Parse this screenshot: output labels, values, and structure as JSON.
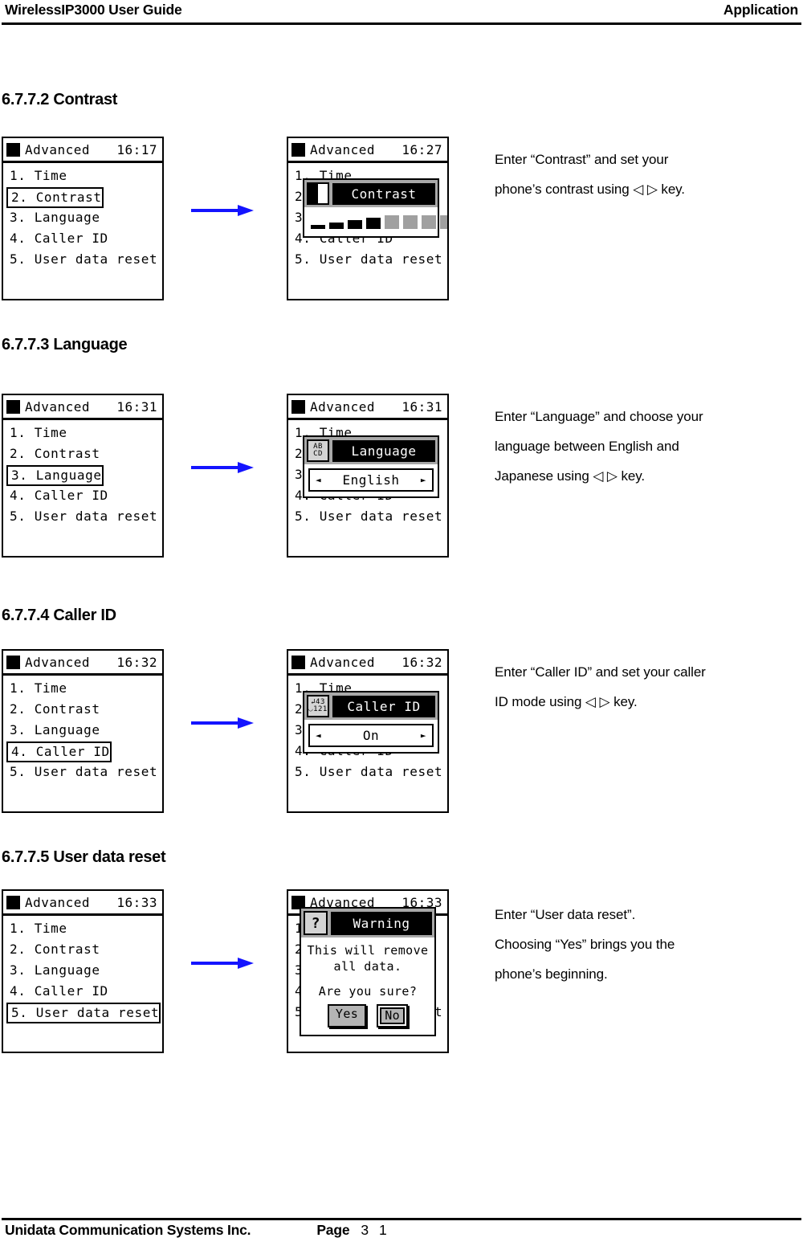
{
  "header": {
    "left": "WirelessIP3000 User Guide",
    "right": "Application"
  },
  "footer": {
    "company": "Unidata Communication Systems Inc.",
    "page_label": "Page",
    "page_number": "3 1"
  },
  "menu": {
    "title": "Advanced",
    "items": [
      "1. Time",
      "2. Contrast",
      "3. Language",
      "4. Caller ID",
      "5. User data reset"
    ]
  },
  "sections": [
    {
      "heading": "6.7.7.2 Contrast",
      "left_screen": {
        "title": "Advanced",
        "time": "16:17",
        "selected_index": 1
      },
      "right_screen": {
        "title": "Advanced",
        "time": "16:27"
      },
      "popup": {
        "kind": "contrast",
        "title": "Contrast",
        "icon": "contrast-icon",
        "bars_filled": 4,
        "bars_total": 8
      },
      "caption": [
        "Enter “Contrast” and set your",
        "phone’s contrast using  ◁ ▷  key."
      ]
    },
    {
      "heading": "6.7.7.3 Language",
      "left_screen": {
        "title": "Advanced",
        "time": "16:31",
        "selected_index": 2
      },
      "right_screen": {
        "title": "Advanced",
        "time": "16:31"
      },
      "popup": {
        "kind": "value",
        "title": "Language",
        "icon": "abcd-icon",
        "icon_top": "AB",
        "icon_bottom": "CD",
        "value": "English",
        "left_arrow": "◄",
        "right_arrow": "►"
      },
      "caption": [
        "Enter “Language” and choose your",
        "language between English and",
        "Japanese using  ◁ ▷  key."
      ]
    },
    {
      "heading": "6.7.7.4 Caller ID",
      "left_screen": {
        "title": "Advanced",
        "time": "16:32",
        "selected_index": 3
      },
      "right_screen": {
        "title": "Advanced",
        "time": "16:32"
      },
      "popup": {
        "kind": "value",
        "title": "Caller ID",
        "icon": "keypad-icon",
        "icon_top": "↲43",
        "icon_bottom": "◡121",
        "value": "On",
        "left_arrow": "◄",
        "right_arrow": "►"
      },
      "caption": [
        "Enter “Caller ID” and set your caller",
        "ID mode using  ◁ ▷  key."
      ]
    },
    {
      "heading": "6.7.7.5 User data reset",
      "left_screen": {
        "title": "Advanced",
        "time": "16:33",
        "selected_index": 4
      },
      "right_screen": {
        "title": "Advanced",
        "time": "16:33"
      },
      "dialog": {
        "icon": "question-icon",
        "icon_glyph": "?",
        "title": "Warning",
        "message_line1": "This will remove",
        "message_line2": "all data.",
        "question": "Are you sure?",
        "yes_label": "Yes",
        "no_label": "No",
        "focused_button": "No"
      },
      "caption": [
        "Enter “User data reset”.",
        "Choosing “Yes” brings you the",
        "phone’s beginning."
      ]
    }
  ],
  "colors": {
    "arrow": "#1414ff",
    "popup_header": "#a8a8a8",
    "bar_filled": "#000000",
    "bar_empty": "#a0a0a0"
  }
}
